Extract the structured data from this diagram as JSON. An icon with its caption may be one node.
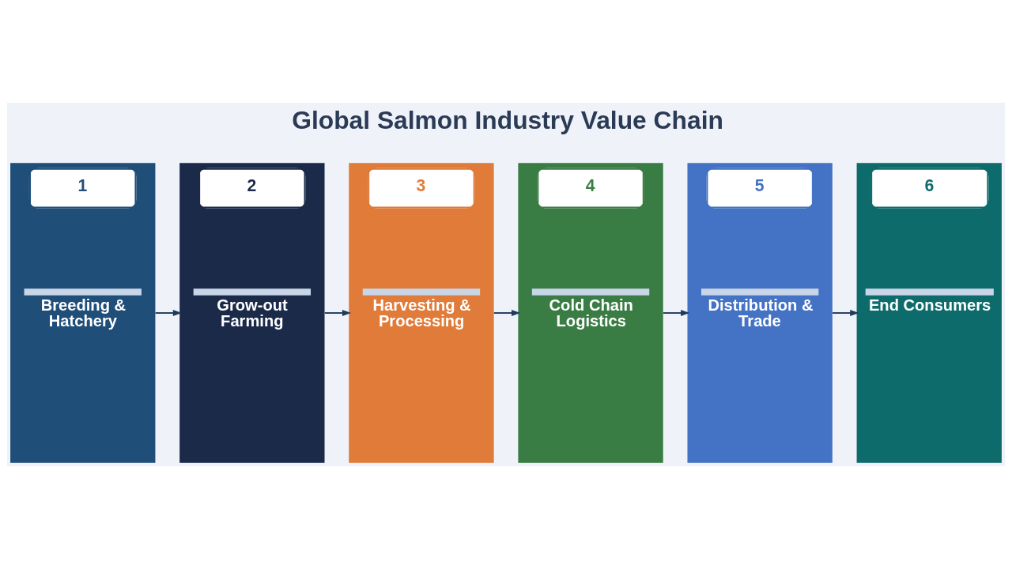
{
  "diagram": {
    "title": "Global Salmon Industry Value Chain",
    "nodes": [
      {
        "text": [
          "1",
          "Breeding & Hatchery"
        ]
      },
      {
        "text": [
          "2",
          "Grow-out Farming"
        ]
      },
      {
        "text": [
          "3",
          "Harvesting & Processing"
        ]
      },
      {
        "text": [
          "4",
          "Cold Chain Logistics"
        ]
      },
      {
        "text": [
          "5",
          "Distribution & Trade"
        ]
      },
      {
        "text": [
          "6",
          "End Consumers"
        ]
      }
    ],
    "edges": [
      {
        "from": 0,
        "to": 1,
        "arrow": "to"
      },
      {
        "from": 1,
        "to": 2,
        "arrow": "to"
      },
      {
        "from": 2,
        "to": 3,
        "arrow": "to"
      },
      {
        "from": 3,
        "to": 4,
        "arrow": "to"
      },
      {
        "from": 4,
        "to": 5,
        "arrow": "to"
      }
    ]
  }
}
